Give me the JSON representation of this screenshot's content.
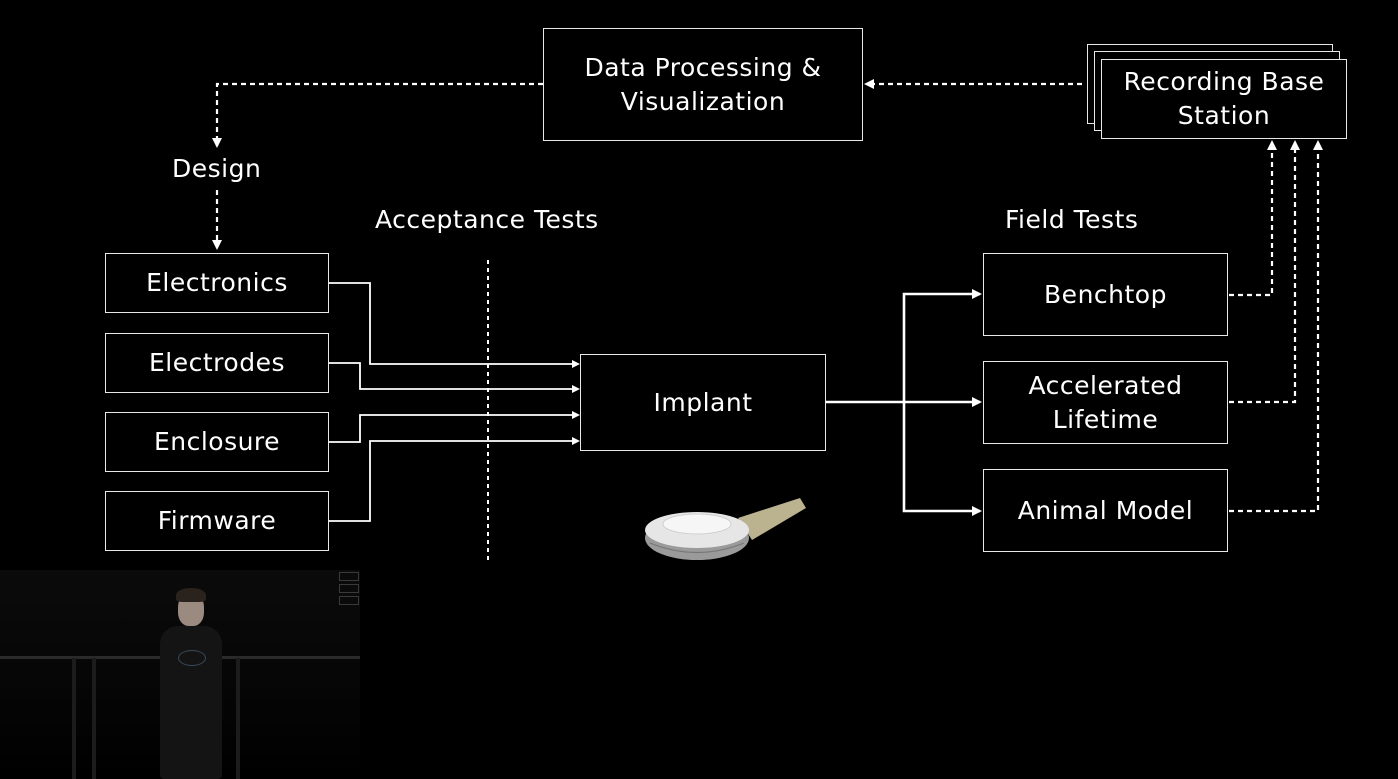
{
  "diagram": {
    "top": {
      "data_processing": "Data Processing & Visualization",
      "recording_base_station": "Recording Base Station"
    },
    "labels": {
      "design": "Design",
      "acceptance_tests": "Acceptance Tests",
      "field_tests": "Field Tests"
    },
    "components": [
      "Electronics",
      "Electrodes",
      "Enclosure",
      "Firmware"
    ],
    "implant": "Implant",
    "field_tests": [
      "Benchtop",
      "Accelerated Lifetime",
      "Animal Model"
    ]
  },
  "colors": {
    "background": "#000000",
    "line": "#ffffff",
    "box_border": "#e8e8e8"
  }
}
